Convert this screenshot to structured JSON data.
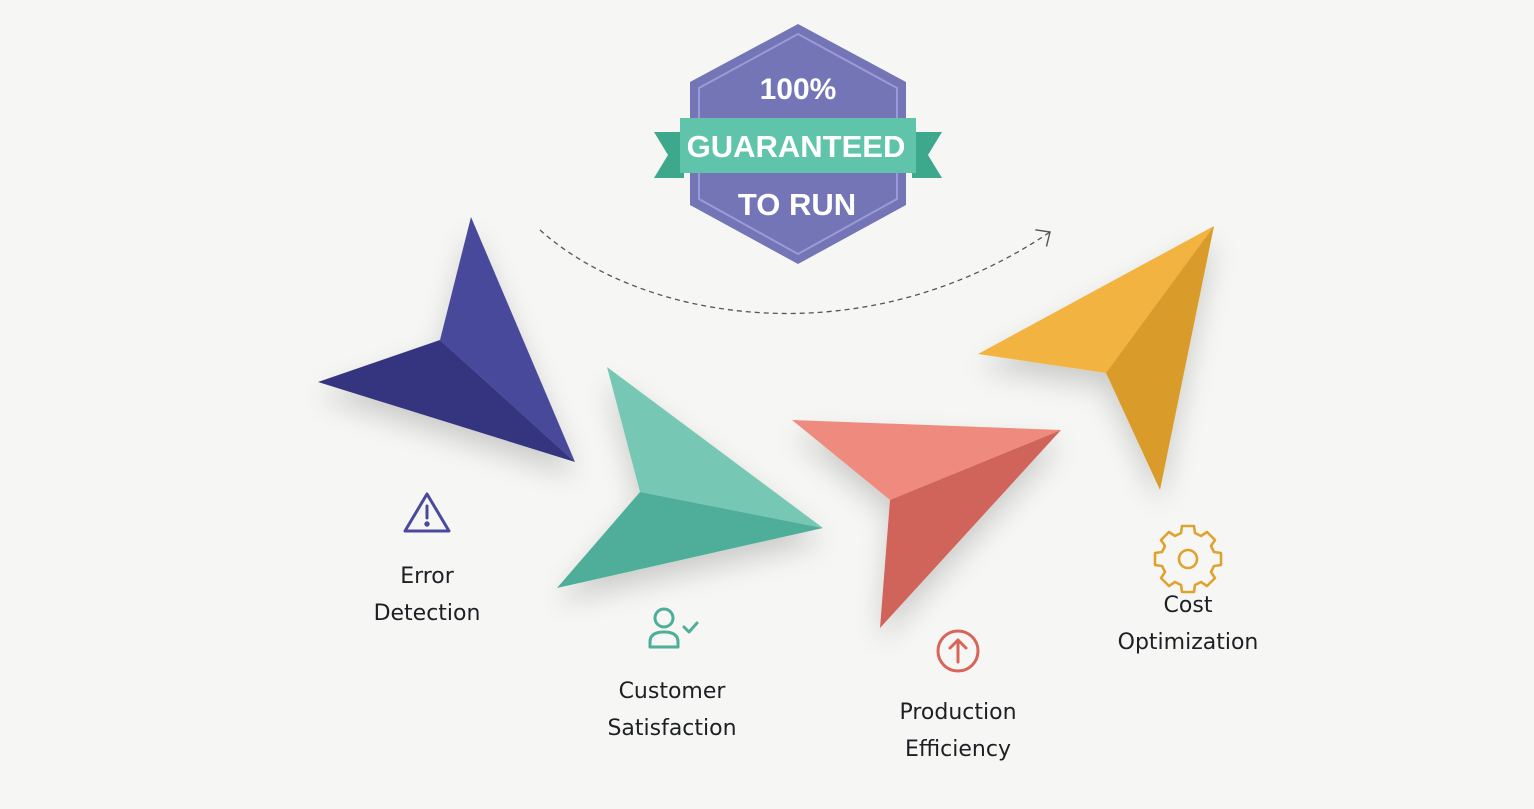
{
  "badge": {
    "line1": "100%",
    "ribbon": "GUARANTEED",
    "line3": "TO RUN",
    "colors": {
      "hexagon": "#7475b6",
      "hexagon_border": "#9a9bd6",
      "ribbon": "#5fc4aa",
      "ribbon_tail": "#3ea88d",
      "text": "#ffffff"
    }
  },
  "steps": [
    {
      "line1": "Error",
      "line2": "Detection",
      "icon": "warning-icon",
      "color": "#4a4a9c"
    },
    {
      "line1": "Customer",
      "line2": "Satisfaction",
      "icon": "user-check-icon",
      "color": "#4fae9a"
    },
    {
      "line1": "Production",
      "line2": "Efficiency",
      "icon": "arrow-up-circle-icon",
      "color": "#d9645a"
    },
    {
      "line1": "Cost",
      "line2": "Optimization",
      "icon": "gear-icon",
      "color": "#e0a22f"
    }
  ],
  "arrow_colors": {
    "navy_light": "#4a4a9c",
    "navy_dark": "#35357f",
    "teal_light": "#77c7b5",
    "teal_dark": "#4fae9a",
    "coral_light": "#ef8a7e",
    "coral_dark": "#d0645a",
    "yellow_light": "#f2b33f",
    "yellow_dark": "#d99b29"
  }
}
